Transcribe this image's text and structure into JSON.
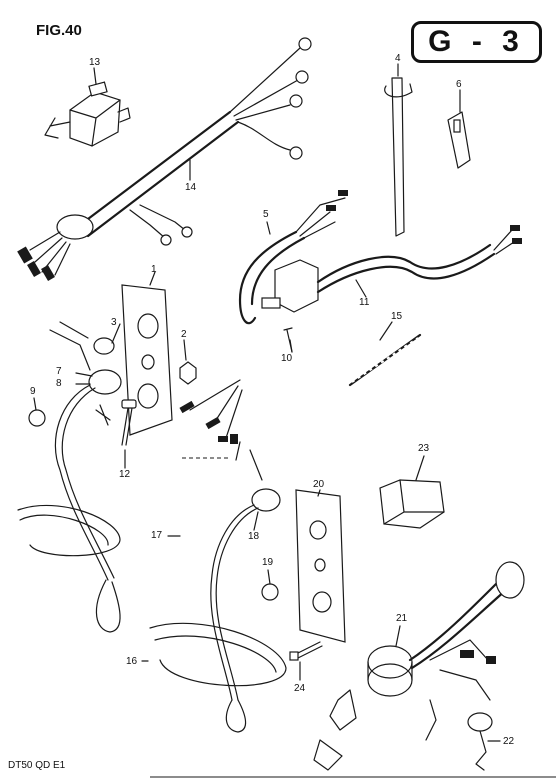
{
  "figure": {
    "title": "FIG.40",
    "section": "G - 3",
    "model_code": "DT50 QD E1"
  },
  "callouts": [
    {
      "id": "1",
      "text": "1"
    },
    {
      "id": "2",
      "text": "2"
    },
    {
      "id": "3",
      "text": "3"
    },
    {
      "id": "4",
      "text": "4"
    },
    {
      "id": "5",
      "text": "5"
    },
    {
      "id": "6",
      "text": "6"
    },
    {
      "id": "7",
      "text": "7"
    },
    {
      "id": "8",
      "text": "8"
    },
    {
      "id": "9",
      "text": "9"
    },
    {
      "id": "10",
      "text": "10"
    },
    {
      "id": "11",
      "text": "11"
    },
    {
      "id": "12",
      "text": "12"
    },
    {
      "id": "13",
      "text": "13"
    },
    {
      "id": "14",
      "text": "14"
    },
    {
      "id": "15",
      "text": "15"
    },
    {
      "id": "16",
      "text": "16"
    },
    {
      "id": "17",
      "text": "17"
    },
    {
      "id": "18",
      "text": "18"
    },
    {
      "id": "19",
      "text": "19"
    },
    {
      "id": "20",
      "text": "20"
    },
    {
      "id": "21",
      "text": "21"
    },
    {
      "id": "22",
      "text": "22"
    },
    {
      "id": "23",
      "text": "23"
    },
    {
      "id": "24",
      "text": "24"
    }
  ]
}
